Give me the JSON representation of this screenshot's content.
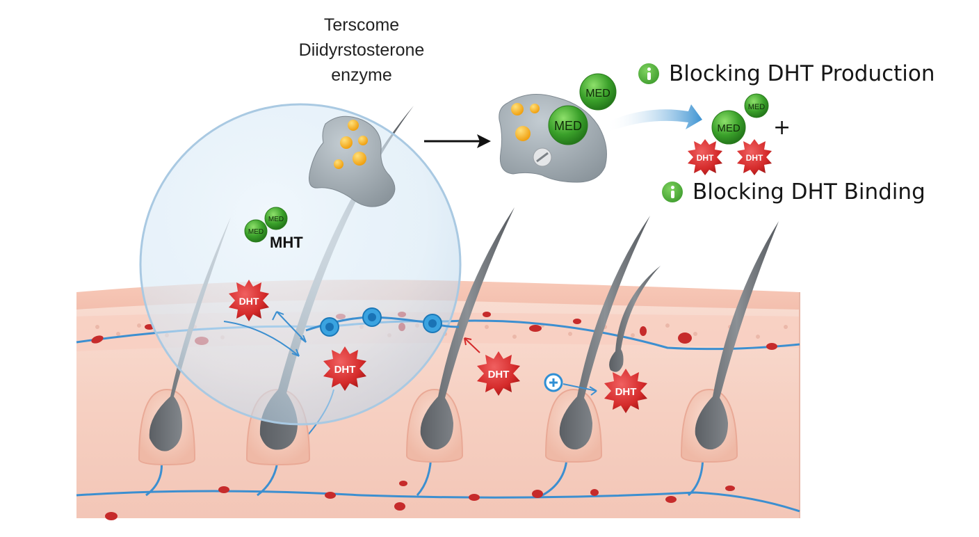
{
  "enzyme_label": {
    "line1": "Terscome",
    "line2": "Diidyrstosterone",
    "line3": "enzyme"
  },
  "legend": {
    "production": "Blocking DHT Production",
    "binding": "Blocking DHT Binding",
    "plus": "+"
  },
  "molecules": {
    "med": "MED",
    "dht": "DHT",
    "mht": "MHT"
  },
  "colors": {
    "med_green": "#3aa02a",
    "dht_red": "#d42a2a",
    "skin": "#f6d2c6",
    "vessel_blue": "#3c8fd0",
    "hair": "#6f7378",
    "enzyme_gray": "#9aa4ab"
  }
}
